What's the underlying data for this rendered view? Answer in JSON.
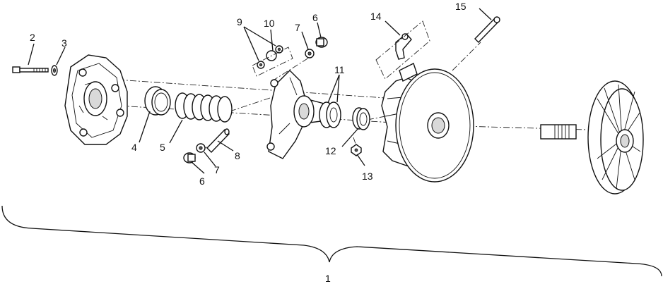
{
  "callouts": [
    {
      "id": "c1",
      "text": "1"
    },
    {
      "id": "c2",
      "text": "2"
    },
    {
      "id": "c3",
      "text": "3"
    },
    {
      "id": "c4",
      "text": "4"
    },
    {
      "id": "c5",
      "text": "5"
    },
    {
      "id": "c6a",
      "text": "6"
    },
    {
      "id": "c6b",
      "text": "6"
    },
    {
      "id": "c7a",
      "text": "7"
    },
    {
      "id": "c7b",
      "text": "7"
    },
    {
      "id": "c8",
      "text": "8"
    },
    {
      "id": "c9",
      "text": "9"
    },
    {
      "id": "c10",
      "text": "10"
    },
    {
      "id": "c11",
      "text": "11"
    },
    {
      "id": "c12",
      "text": "12"
    },
    {
      "id": "c13",
      "text": "13"
    },
    {
      "id": "c14",
      "text": "14"
    },
    {
      "id": "c15",
      "text": "15"
    }
  ]
}
